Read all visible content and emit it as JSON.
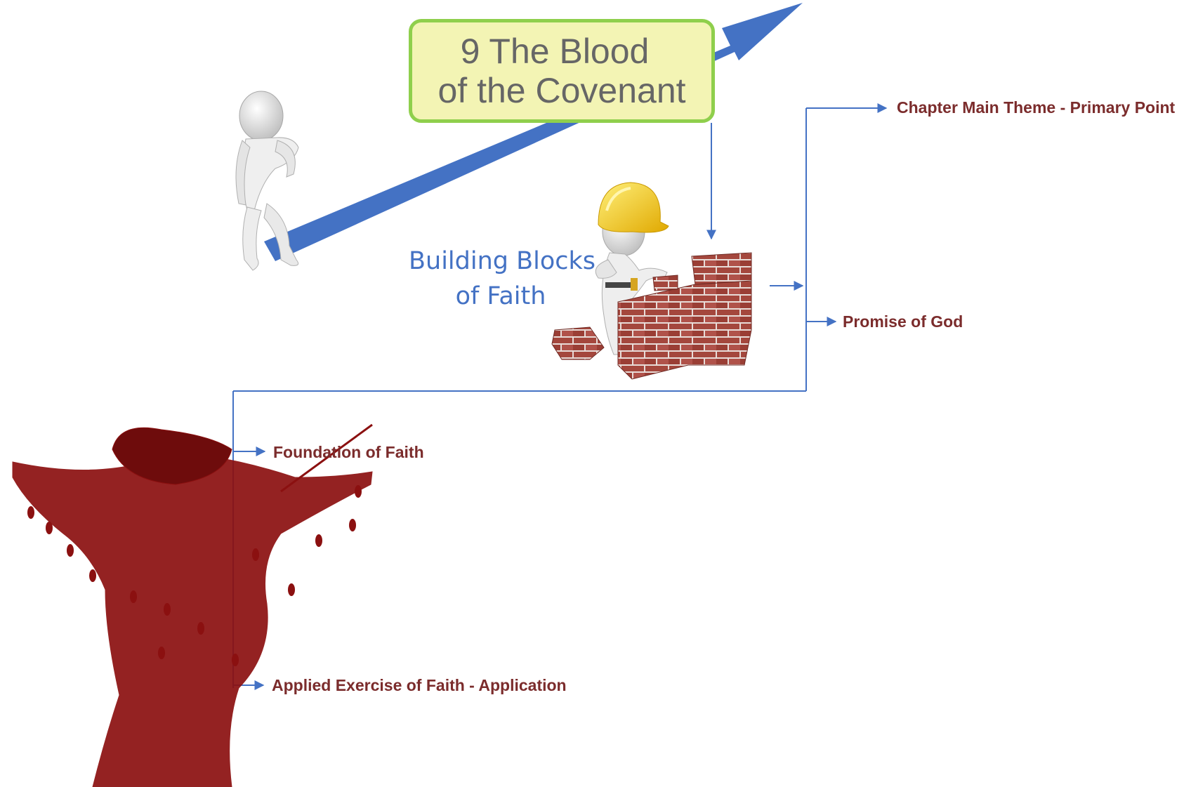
{
  "title": {
    "line1": "9 The Blood",
    "line2": "of the Covenant"
  },
  "building_blocks": {
    "line1": "Building Blocks",
    "line2": "of Faith"
  },
  "labels": {
    "main_theme": "Chapter Main Theme - Primary Point",
    "promise": "Promise of God",
    "foundation": "Foundation of Faith",
    "application": "Applied Exercise of Faith - Application"
  },
  "colors": {
    "arrow_blue": "#4472c4",
    "title_fill": "#f3f4b4",
    "title_border": "#8fcf4c",
    "label_text": "#7b2c2c",
    "blood_red": "#8b1010",
    "brick": "#a4473d",
    "hard_hat": "#f2c413"
  },
  "icons": [
    "stick-figure-icon",
    "worker-figure-icon",
    "hard-hat-icon",
    "brick-wall-icon",
    "crucifixion-figure-icon",
    "growth-arrow-icon"
  ]
}
